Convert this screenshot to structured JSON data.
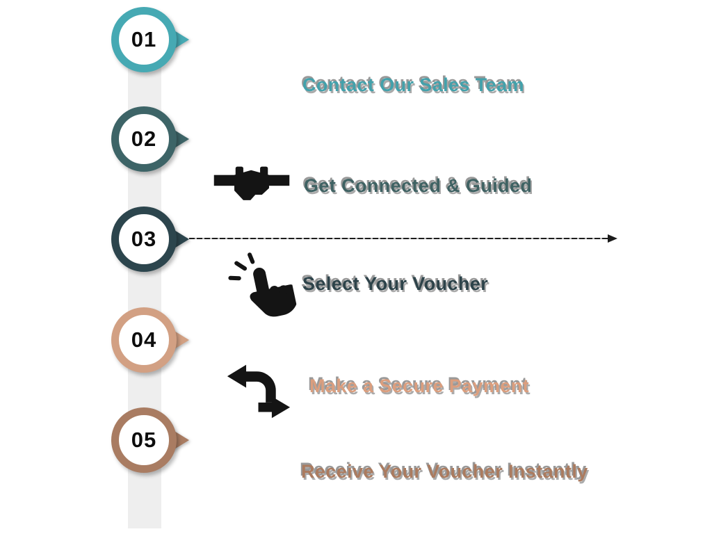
{
  "colors": {
    "background": "#ffffff",
    "track": "#eeeeee",
    "icon": "#141414",
    "connector": "#1c1c1c",
    "label_shadow": "#999999"
  },
  "steps": [
    {
      "number": "01",
      "label": "Contact Our Sales Team",
      "pin_color": "#46a9b3",
      "label_color": "#43a1ab",
      "icon": null
    },
    {
      "number": "02",
      "label": "Get Connected & Guided",
      "pin_color": "#3d6467",
      "label_color": "#3f6263",
      "icon": "handshake-icon"
    },
    {
      "number": "03",
      "label": "Select Your Voucher",
      "pin_color": "#2c454d",
      "label_color": "#2d434a",
      "icon": "tap-click-icon"
    },
    {
      "number": "04",
      "label": "Make a Secure Payment",
      "pin_color": "#d2a083",
      "label_color": "#db9e7e",
      "icon": "money-transfer-icon"
    },
    {
      "number": "05",
      "label": "Receive Your Voucher Instantly",
      "pin_color": "#a97c62",
      "label_color": "#ab7b5f",
      "icon": null
    }
  ]
}
